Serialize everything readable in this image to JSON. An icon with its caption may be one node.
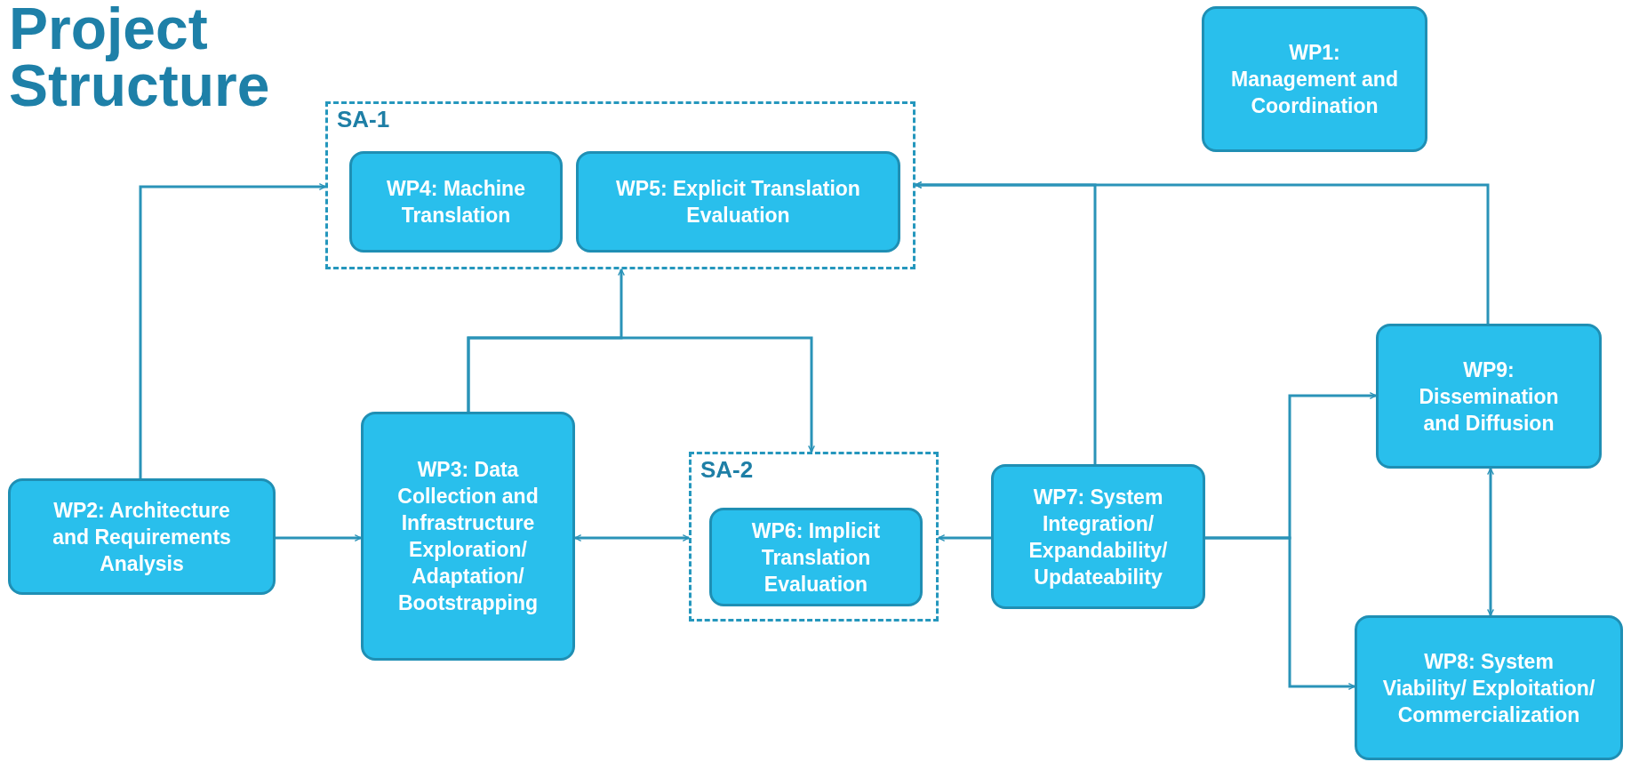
{
  "diagram": {
    "title": "Project Structure",
    "nodes": [
      {
        "text": [
          "SA-1"
        ]
      },
      {
        "text": [
          "WP4: Machine Translation"
        ],
        "in": 0
      },
      {
        "text": [
          "WP5: Explicit Translation Evaluation"
        ],
        "in": 0
      },
      {
        "text": [
          "WP1: Management and Coordination"
        ]
      },
      {
        "text": [
          "WP2: Architecture and Requirements Analysis"
        ]
      },
      {
        "text": [
          "WP3: Data Collection and Infrastructure Exploration/ Adaptation/ Bootstrapping"
        ]
      },
      {
        "text": [
          "SA-2"
        ]
      },
      {
        "text": [
          "WP6: Implicit Translation Evaluation"
        ],
        "in": 6
      },
      {
        "text": [
          "WP7: System Integration/ Expandability/ Updateability"
        ]
      },
      {
        "text": [
          "WP9: Dissemination and Diffusion"
        ]
      },
      {
        "text": [
          "WP8: System Viability/ Exploitation/ Commercialization"
        ]
      }
    ],
    "edges": [
      {
        "from": 4,
        "to": 0,
        "arrow": "to"
      },
      {
        "from": 4,
        "to": 5,
        "arrow": "to"
      },
      {
        "from": 5,
        "to": 6,
        "arrow": "both"
      },
      {
        "from": 5,
        "to": 0,
        "arrow": "to"
      },
      {
        "from": 5,
        "to": 6,
        "arrow": "to"
      },
      {
        "from": 8,
        "to": 6,
        "arrow": "to"
      },
      {
        "from": 8,
        "to": 0,
        "arrow": "to"
      },
      {
        "from": 9,
        "to": 0,
        "arrow": "to"
      },
      {
        "from": 8,
        "to": 9,
        "arrow": "to"
      },
      {
        "from": 8,
        "to": 10,
        "arrow": "to"
      },
      {
        "from": 9,
        "to": 10,
        "arrow": "both"
      }
    ]
  }
}
